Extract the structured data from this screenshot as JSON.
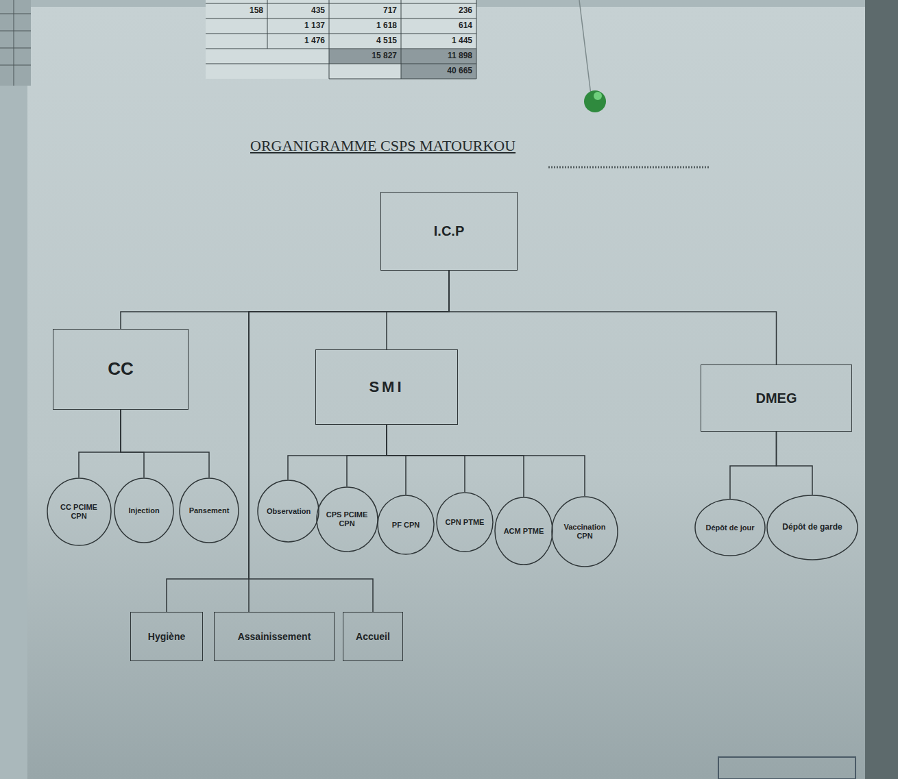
{
  "diagram": {
    "title": "ORGANIGRAMME CSPS MATOURKOU",
    "nodes": [
      {
        "text": [
          "I.C.P"
        ]
      },
      {
        "text": [
          "CC"
        ]
      },
      {
        "text": [
          "SMI"
        ]
      },
      {
        "text": [
          "DMEG"
        ]
      },
      {
        "text": [
          "CC PCIME CPN"
        ]
      },
      {
        "text": [
          "Injection"
        ]
      },
      {
        "text": [
          "Pansement"
        ]
      },
      {
        "text": [
          "Observation"
        ]
      },
      {
        "text": [
          "CPS PCIME CPN"
        ]
      },
      {
        "text": [
          "PF CPN"
        ]
      },
      {
        "text": [
          "CPN PTME"
        ]
      },
      {
        "text": [
          "ACM PTME"
        ]
      },
      {
        "text": [
          "Vaccination CPN"
        ]
      },
      {
        "text": [
          "Dépôt de jour"
        ]
      },
      {
        "text": [
          "Dépôt de garde"
        ]
      },
      {
        "text": [
          "Hygiène"
        ]
      },
      {
        "text": [
          "Assainissement"
        ]
      },
      {
        "text": [
          "Accueil"
        ]
      }
    ],
    "edges": [
      {
        "from": 0,
        "to": 1,
        "arrow": "none"
      },
      {
        "from": 0,
        "to": 2,
        "arrow": "none"
      },
      {
        "from": 0,
        "to": 3,
        "arrow": "none"
      },
      {
        "from": 0,
        "to": 15,
        "arrow": "none"
      },
      {
        "from": 0,
        "to": 16,
        "arrow": "none"
      },
      {
        "from": 0,
        "to": 17,
        "arrow": "none"
      },
      {
        "from": 1,
        "to": 4,
        "arrow": "none"
      },
      {
        "from": 1,
        "to": 5,
        "arrow": "none"
      },
      {
        "from": 1,
        "to": 6,
        "arrow": "none"
      },
      {
        "from": 2,
        "to": 7,
        "arrow": "none"
      },
      {
        "from": 2,
        "to": 8,
        "arrow": "none"
      },
      {
        "from": 2,
        "to": 9,
        "arrow": "none"
      },
      {
        "from": 2,
        "to": 10,
        "arrow": "none"
      },
      {
        "from": 2,
        "to": 11,
        "arrow": "none"
      },
      {
        "from": 2,
        "to": 12,
        "arrow": "none"
      },
      {
        "from": 3,
        "to": 13,
        "arrow": "none"
      },
      {
        "from": 3,
        "to": 14,
        "arrow": "none"
      }
    ],
    "labels": [
      "158",
      "435",
      "717",
      "236",
      "1 137",
      "1 618",
      "614",
      "1 476",
      "4 515",
      "1 445",
      "15 827",
      "11 898",
      "40 665"
    ]
  }
}
